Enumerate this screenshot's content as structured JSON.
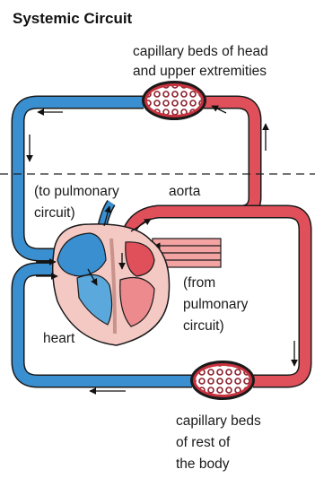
{
  "title": "Systemic Circuit",
  "labels": {
    "capillary_head": [
      "capillary beds of head",
      "and upper extremities"
    ],
    "to_pulmonary": [
      "(to pulmonary",
      "circuit)"
    ],
    "aorta": "aorta",
    "from_pulmonary": [
      "(from",
      "pulmonary",
      "circuit)"
    ],
    "heart": "heart",
    "capillary_body": [
      "capillary beds",
      "of rest of",
      "the body"
    ]
  },
  "colors": {
    "oxygenated": "#e0505a",
    "oxygenated_light": "#f4a3a3",
    "deoxygenated": "#3a8fd0",
    "deoxygenated_light": "#9fcbe9",
    "vessel_outline": "#1a1a1a",
    "heart_outer": "#f4c8c3"
  }
}
